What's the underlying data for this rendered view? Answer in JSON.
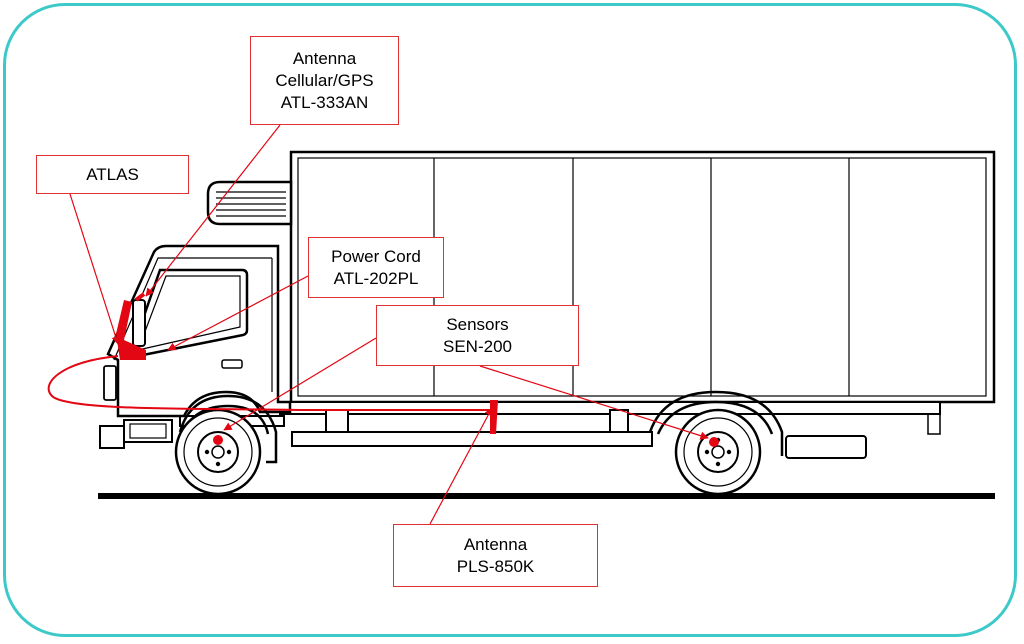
{
  "colors": {
    "frame": "#3ec9c9",
    "outline": "#000000",
    "accent_red": "#e30613",
    "callout_border": "#e03030"
  },
  "callouts": {
    "antenna_cellular": {
      "line1": "Antenna",
      "line2": "Cellular/GPS",
      "line3": "ATL-333AN"
    },
    "atlas": {
      "line1": "ATLAS"
    },
    "power_cord": {
      "line1": "Power Cord",
      "line2": "ATL-202PL"
    },
    "sensors": {
      "line1": "Sensors",
      "line2": "SEN-200"
    },
    "antenna_pls": {
      "line1": "Antenna",
      "line2": "PLS-850K"
    }
  }
}
